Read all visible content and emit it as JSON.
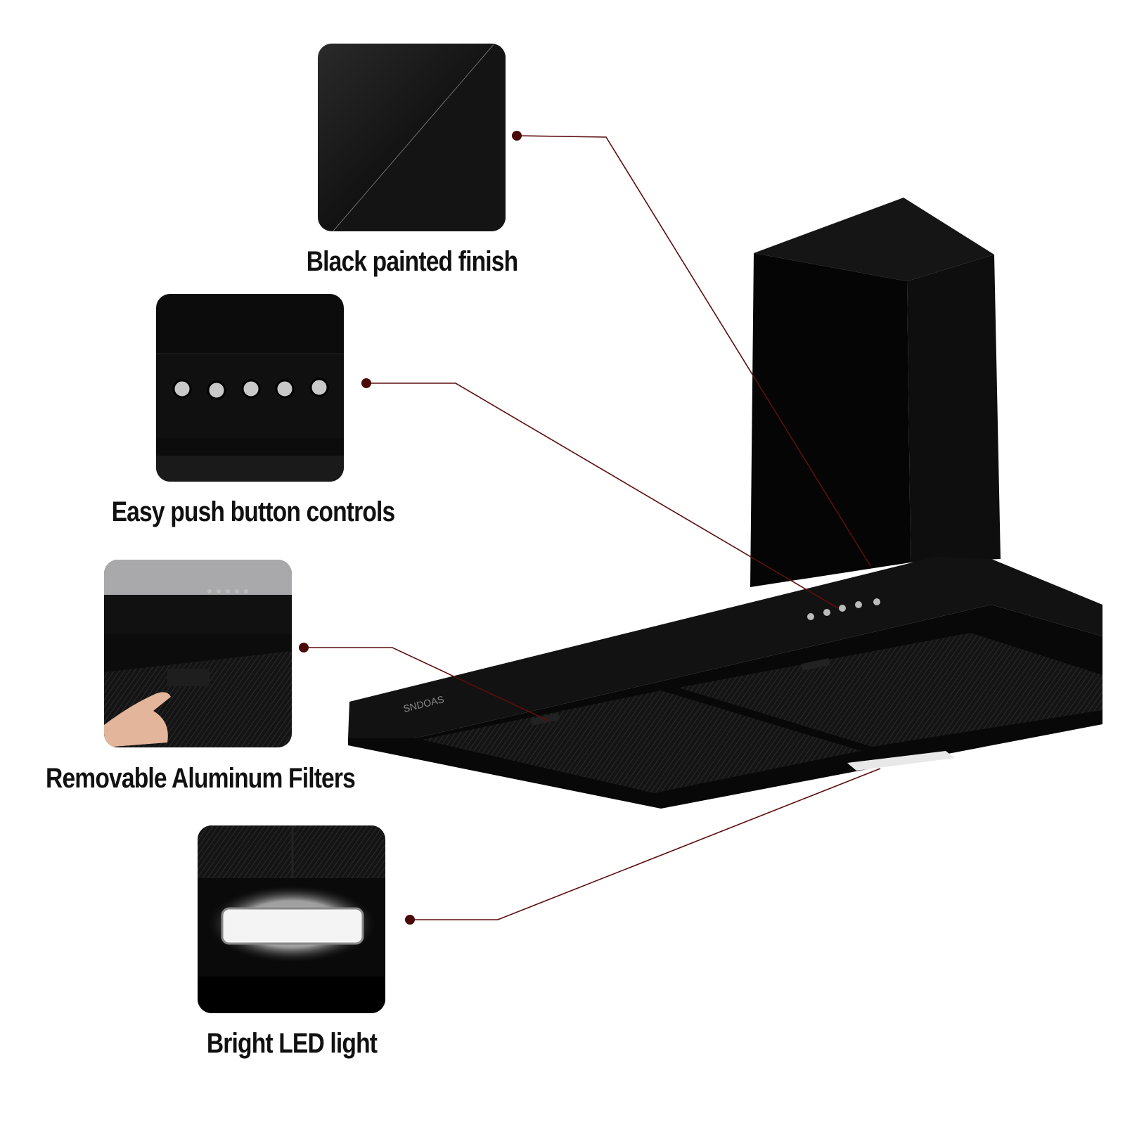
{
  "brand": "SNDOAS",
  "features": [
    {
      "label": "Black painted finish"
    },
    {
      "label": "Easy push button controls"
    },
    {
      "label": "Removable Aluminum Filters"
    },
    {
      "label": "Bright LED light"
    }
  ],
  "colors": {
    "callout_line": "#5c0e0e",
    "hood": "#0a0a0a",
    "label_text": "#111111"
  }
}
